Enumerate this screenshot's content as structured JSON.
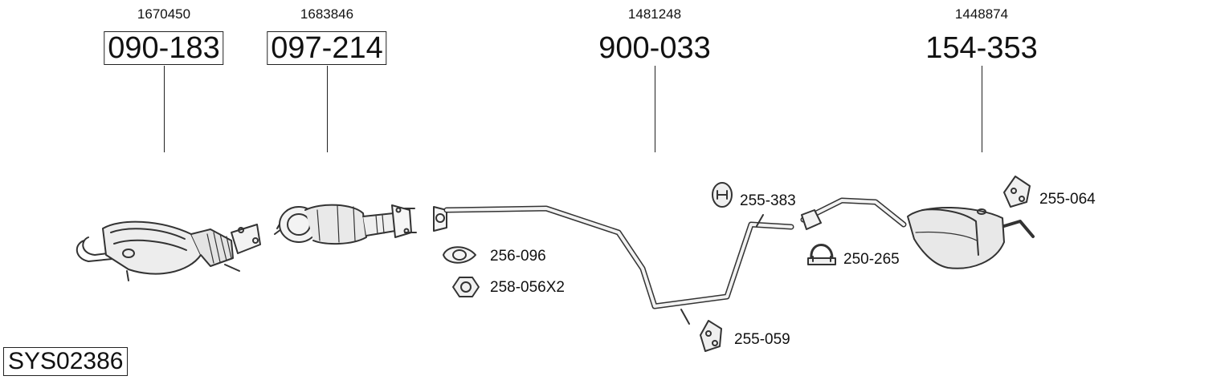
{
  "system_code": "SYS02386",
  "main_parts": [
    {
      "oem": "1670450",
      "part": "090-183",
      "boxed": true,
      "icon": "catalytic-converter"
    },
    {
      "oem": "1683846",
      "part": "097-214",
      "boxed": true,
      "icon": "particulate-filter"
    },
    {
      "oem": "1481248",
      "part": "900-033",
      "boxed": false,
      "icon": "middle-pipe"
    },
    {
      "oem": "1448874",
      "part": "154-353",
      "boxed": false,
      "icon": "rear-silencer"
    }
  ],
  "accessories": [
    {
      "part": "256-096",
      "icon": "gasket"
    },
    {
      "part": "258-056X2",
      "icon": "nut"
    },
    {
      "part": "255-383",
      "icon": "rubber-mount"
    },
    {
      "part": "250-265",
      "icon": "pipe-clamp"
    },
    {
      "part": "255-064",
      "icon": "rubber-hanger"
    },
    {
      "part": "255-059",
      "icon": "rubber-hanger"
    }
  ]
}
